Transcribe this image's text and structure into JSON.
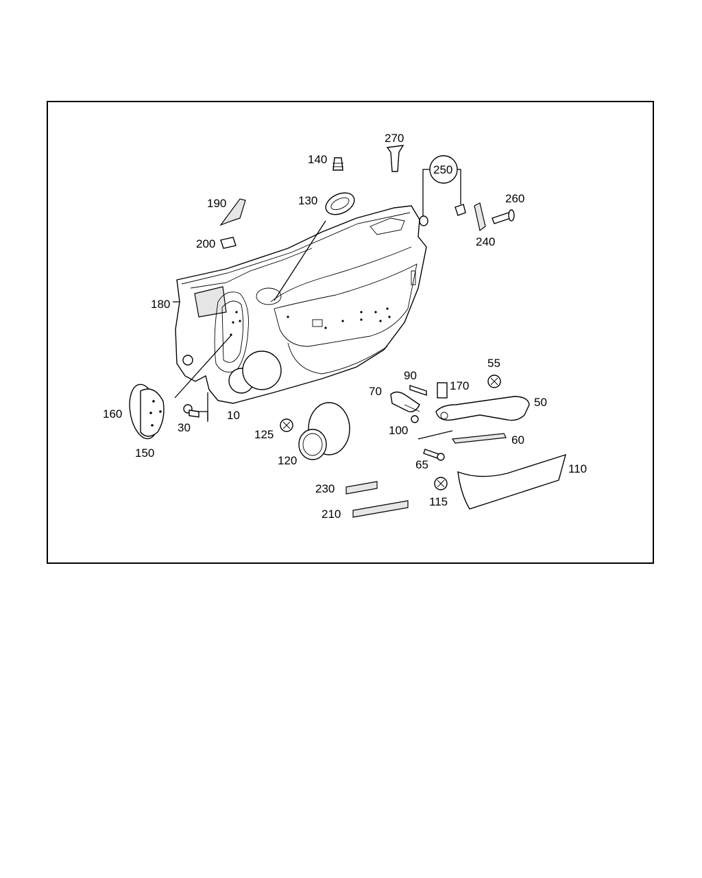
{
  "diagram": {
    "colors": {
      "line": "#000000",
      "background": "#ffffff"
    },
    "parts": [
      {
        "id": "p10",
        "label": "10"
      },
      {
        "id": "p30",
        "label": "30"
      },
      {
        "id": "p50",
        "label": "50"
      },
      {
        "id": "p55",
        "label": "55"
      },
      {
        "id": "p60",
        "label": "60"
      },
      {
        "id": "p65",
        "label": "65"
      },
      {
        "id": "p70",
        "label": "70"
      },
      {
        "id": "p90",
        "label": "90"
      },
      {
        "id": "p100",
        "label": "100"
      },
      {
        "id": "p110",
        "label": "110"
      },
      {
        "id": "p115",
        "label": "115"
      },
      {
        "id": "p120",
        "label": "120"
      },
      {
        "id": "p125",
        "label": "125"
      },
      {
        "id": "p130",
        "label": "130"
      },
      {
        "id": "p140",
        "label": "140"
      },
      {
        "id": "p150",
        "label": "150"
      },
      {
        "id": "p160",
        "label": "160"
      },
      {
        "id": "p170",
        "label": "170"
      },
      {
        "id": "p180",
        "label": "180"
      },
      {
        "id": "p190",
        "label": "190"
      },
      {
        "id": "p200",
        "label": "200"
      },
      {
        "id": "p210",
        "label": "210"
      },
      {
        "id": "p230",
        "label": "230"
      },
      {
        "id": "p240",
        "label": "240"
      },
      {
        "id": "p250",
        "label": "250"
      },
      {
        "id": "p260",
        "label": "260"
      },
      {
        "id": "p270",
        "label": "270"
      }
    ]
  }
}
